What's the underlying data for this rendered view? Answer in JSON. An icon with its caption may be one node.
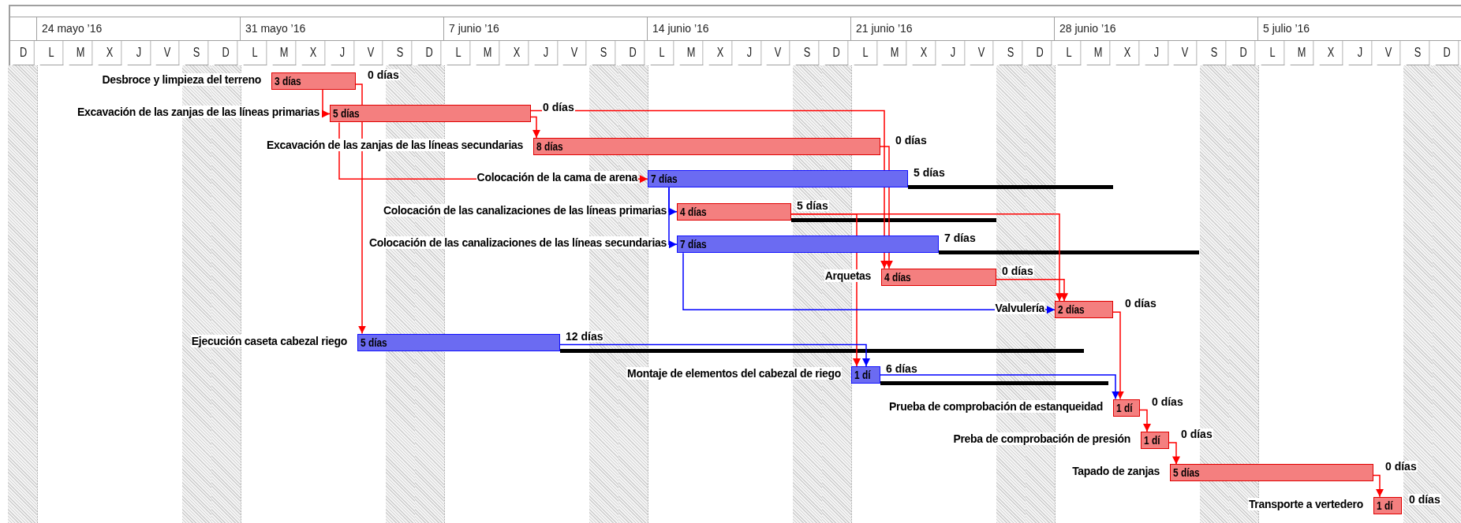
{
  "diagram": {
    "nodes": [
      {
        "text": [
          "3 días"
        ],
        "beside": [
          "Desbroce y limpieza del terreno",
          "0 días"
        ]
      },
      {
        "text": [
          "5 días"
        ],
        "beside": [
          "Excavación de las zanjas de las líneas primarias",
          "0 días"
        ]
      },
      {
        "text": [
          "8 días"
        ],
        "beside": [
          "Excavación de las zanjas de las líneas secundarias",
          "0 días"
        ]
      },
      {
        "text": [
          "7 días"
        ],
        "beside": [
          "Colocación de la cama de arena",
          "5 días"
        ]
      },
      {
        "text": [
          "4 días"
        ],
        "beside": [
          "Colocación de las canalizaciones de las líneas primarias",
          "5 días"
        ]
      },
      {
        "text": [
          "7 días"
        ],
        "beside": [
          "Colocación de las canalizaciones de las líneas secundarias",
          "7 días"
        ]
      },
      {
        "text": [
          "4 días"
        ],
        "beside": [
          "Arquetas",
          "0 días"
        ]
      },
      {
        "text": [
          "2 días"
        ],
        "beside": [
          "Valvulería",
          "0 días"
        ]
      },
      {
        "text": [
          "5 días"
        ],
        "beside": [
          "Ejecución caseta cabezal riego",
          "12 días"
        ]
      },
      {
        "text": [
          "1 dí"
        ],
        "beside": [
          "Montaje de elementos del cabezal de riego",
          "6 días"
        ]
      },
      {
        "text": [
          "1 dí"
        ],
        "beside": [
          "Prueba de comprobación de estanqueidad",
          "0 días"
        ]
      },
      {
        "text": [
          "1 dí"
        ],
        "beside": [
          "Preba de comprobación de presión",
          "0 días"
        ]
      },
      {
        "text": [
          "5 días"
        ],
        "beside": [
          "Tapado de zanjas",
          "0 días"
        ]
      },
      {
        "text": [
          "1 dí"
        ],
        "beside": [
          "Transporte a vertedero",
          "0 días"
        ]
      }
    ],
    "edges": [
      {
        "from": 0,
        "to": 1,
        "arrow": "to"
      },
      {
        "from": 0,
        "to": 8,
        "arrow": "to"
      },
      {
        "from": 1,
        "to": 2,
        "arrow": "to"
      },
      {
        "from": 1,
        "to": 3,
        "arrow": "to"
      },
      {
        "from": 1,
        "to": 6,
        "arrow": "to"
      },
      {
        "from": 2,
        "to": 6,
        "arrow": "to"
      },
      {
        "from": 3,
        "to": 4,
        "arrow": "to",
        "color": "#0000ff"
      },
      {
        "from": 3,
        "to": 5,
        "arrow": "to",
        "color": "#0000ff"
      },
      {
        "from": 4,
        "to": 7,
        "arrow": "to"
      },
      {
        "from": 4,
        "to": 9,
        "arrow": "to"
      },
      {
        "from": 5,
        "to": 7,
        "arrow": "to",
        "color": "#0000ff"
      },
      {
        "from": 6,
        "to": 7,
        "arrow": "to"
      },
      {
        "from": 7,
        "to": 10,
        "arrow": "to"
      },
      {
        "from": 8,
        "to": 9,
        "arrow": "to",
        "color": "#0000ff"
      },
      {
        "from": 9,
        "to": 10,
        "arrow": "to",
        "color": "#0000ff"
      },
      {
        "from": 10,
        "to": 11,
        "arrow": "to"
      },
      {
        "from": 11,
        "to": 12,
        "arrow": "to"
      },
      {
        "from": 12,
        "to": 13,
        "arrow": "to"
      }
    ],
    "labels": [
      "24 mayo ’16",
      "31 mayo ’16",
      "7 junio ’16",
      "14 junio ’16",
      "21 junio ’16",
      "28 junio ’16",
      "5 julio ’16",
      "D",
      "L",
      "M",
      "X",
      "J",
      "V",
      "S",
      "D",
      "L",
      "M",
      "X",
      "J",
      "V",
      "S",
      "D",
      "L",
      "M",
      "X",
      "J",
      "V",
      "S",
      "D",
      "L",
      "M",
      "X",
      "J",
      "V",
      "S",
      "D",
      "L",
      "M",
      "X",
      "J",
      "V",
      "S",
      "D",
      "L",
      "M",
      "X",
      "J",
      "V",
      "S",
      "D",
      "L",
      "M",
      "X",
      "J",
      "V",
      "S",
      "D"
    ]
  }
}
